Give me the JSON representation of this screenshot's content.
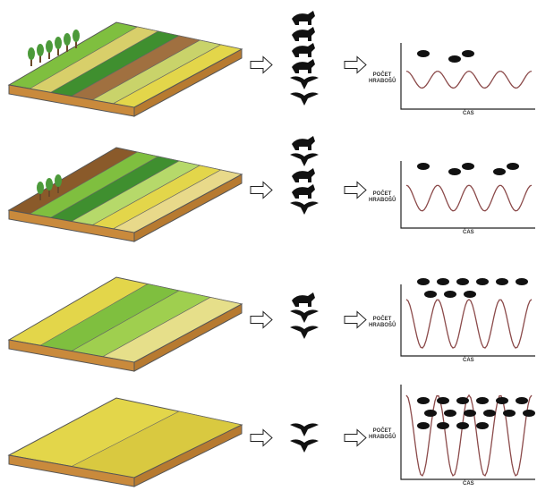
{
  "y_axis_label_line1": "POČET",
  "y_axis_label_line2": "HRABOŠŮ",
  "x_axis_label": "ČAS",
  "colors": {
    "soil": "#c98a3c",
    "soil_dark": "#8a5a2a",
    "green": "#7fbf3f",
    "dark_green": "#3f8f2f",
    "yellow": "#e3d64a",
    "wave": "#8b4a4a",
    "silhouette": "#111111"
  },
  "panels": [
    {
      "name": "mosaic-landscape",
      "predators": [
        "owl",
        "marten",
        "fox",
        "weasel",
        "kestrel",
        "eagle"
      ],
      "vole_count": 3,
      "amplitude": 0.3
    },
    {
      "name": "mixed-fields-landscape",
      "predators": [
        "fox",
        "kestrel",
        "weasel",
        "marten",
        "buzzard"
      ],
      "vole_count": 5,
      "amplitude": 0.45
    },
    {
      "name": "large-fields-landscape",
      "predators": [
        "fox",
        "kestrel",
        "buzzard"
      ],
      "vole_count": 9,
      "amplitude": 0.8
    },
    {
      "name": "monoculture-landscape",
      "predators": [
        "kestrel",
        "buzzard"
      ],
      "vole_count": 16,
      "amplitude": 1.0
    }
  ]
}
